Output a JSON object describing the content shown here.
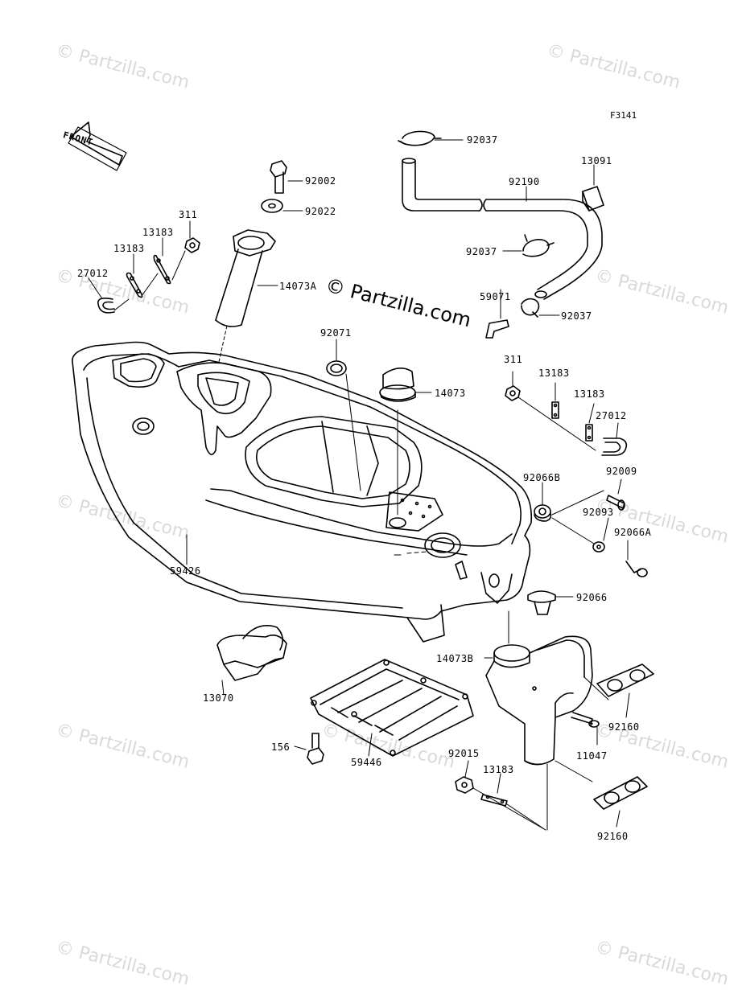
{
  "diagram": {
    "figure_code": "F3141",
    "front_label": "FRONT",
    "center_watermark": "© Partzilla.com",
    "watermark_text": "© Partzilla.com",
    "parts": {
      "p92037a": "92037",
      "p92002": "92002",
      "p13091": "13091",
      "p92190": "92190",
      "p92022": "92022",
      "p311a": "311",
      "p13183a": "13183",
      "p13183b": "13183",
      "p27012a": "27012",
      "p92037b": "92037",
      "p14073a": "14073A",
      "p59071": "59071",
      "p92037c": "92037",
      "p92071": "92071",
      "p311b": "311",
      "p13183c": "13183",
      "p14073": "14073",
      "p13183d": "13183",
      "p27012b": "27012",
      "p92066b": "92066B",
      "p92009": "92009",
      "p92093": "92093",
      "p92066a": "92066A",
      "p59426": "59426",
      "p92066": "92066",
      "p14073b": "14073B",
      "p13070": "13070",
      "p92160a": "92160",
      "p11047": "11047",
      "p156": "156",
      "p59446": "59446",
      "p92015": "92015",
      "p13183e": "13183",
      "p92160b": "92160"
    }
  }
}
